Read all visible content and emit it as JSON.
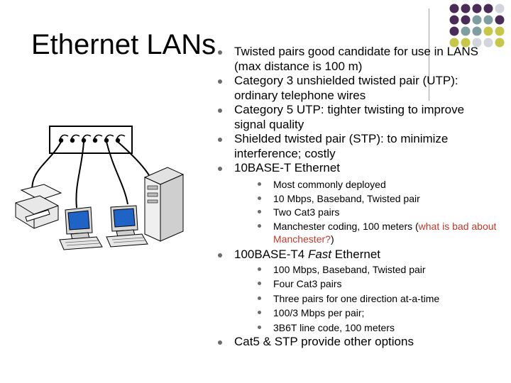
{
  "slide": {
    "title": "Ethernet LANs"
  },
  "bullets": {
    "b1": "Twisted pairs good candidate for use in LANS (max distance is 100 m)",
    "b2": "Category 3 unshielded twisted pair (UTP): ordinary telephone wires",
    "b3": "Category 5 UTP:  tighter twisting to improve signal quality",
    "b4": "Shielded twisted pair (STP):  to minimize interference; costly",
    "b5": "10BASE-T Ethernet",
    "b5_sub": {
      "s1": "Most commonly deployed",
      "s2": "10 Mbps, Baseband, Twisted pair",
      "s3": "Two Cat3 pairs",
      "s4_prefix": "Manchester coding, 100 meters (",
      "s4_red": "what is bad about Manchester?",
      "s4_suffix": ")"
    },
    "b6_prefix": "100BASE-T4 ",
    "b6_italic": "Fast",
    "b6_suffix": " Ethernet",
    "b6_sub": {
      "s1": "100 Mbps, Baseband, Twisted pair",
      "s2": "Four Cat3 pairs",
      "s3": "Three pairs for one direction at-a-time",
      "s4": "100/3 Mbps per pair;",
      "s5": "3B6T line code, 100 meters"
    },
    "b7": "Cat5 & STP provide other options"
  },
  "colors": {
    "purple": "#4b2b57",
    "teal": "#7f9ea0",
    "yellow": "#c8c64a",
    "light": "#d4d4dc",
    "red": "#c0392b",
    "monitor": "#1f63c7"
  }
}
